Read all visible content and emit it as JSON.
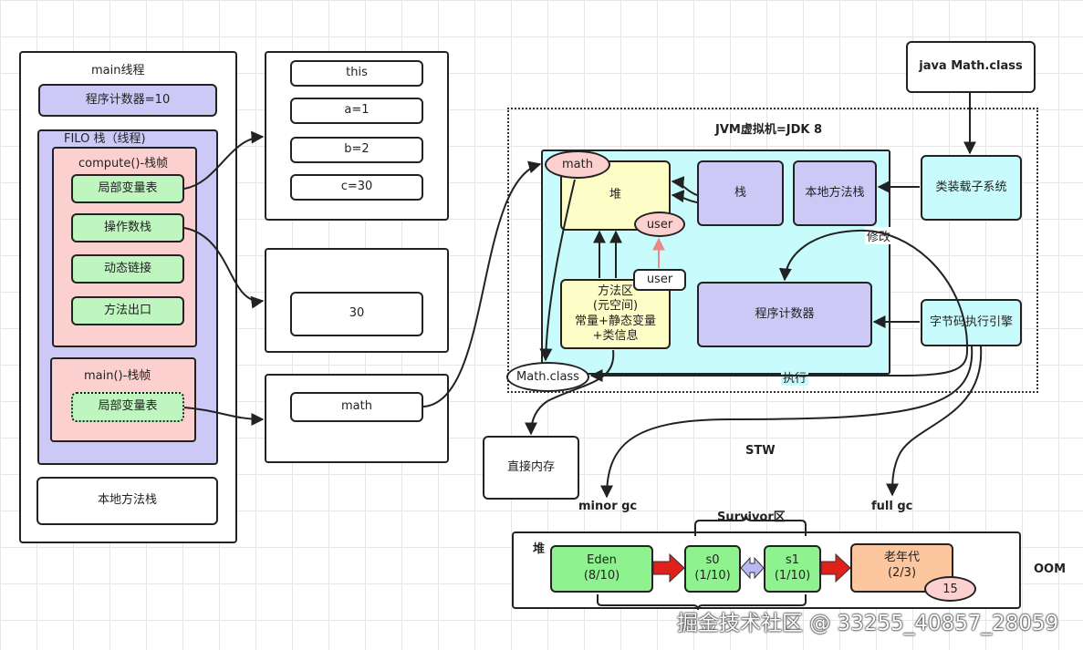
{
  "left": {
    "main_thread_title": "main线程",
    "program_counter": "程序计数器=10",
    "filo_title": "FILO 栈（线程)",
    "compute_frame_title": "compute()-栈帧",
    "compute_items": [
      "局部变量表",
      "操作数栈",
      "动态链接",
      "方法出口"
    ],
    "main_frame_title": "main()-栈帧",
    "main_local_vars": "局部变量表",
    "native_stack": "本地方法栈"
  },
  "middle": {
    "vars": [
      "this",
      "a=1",
      "b=2",
      "c=30"
    ],
    "operand_value": "30",
    "main_var": "math"
  },
  "jvm": {
    "title": "JVM虚拟机=JDK 8",
    "heap": "堆",
    "stack": "栈",
    "native_stack": "本地方法栈",
    "classloader": "类装载子系统",
    "method_area": [
      "方法区",
      "(元空间)",
      "常量+静态变量",
      "+类信息"
    ],
    "program_counter": "程序计数器",
    "bytecode_engine": "字节码执行引擎",
    "math_ellipse": "math",
    "user_ellipse": "user",
    "user_box": "user",
    "math_class": "Math.class",
    "modify_label": "修改",
    "execute_label": "执行"
  },
  "java_class": "java Math.class",
  "direct_memory": "直接内存",
  "gc": {
    "stw": "STW",
    "minor": "minor gc",
    "full": "full gc",
    "survivor": "Survivor区",
    "heap_label": "堆",
    "eden_name": "Eden",
    "eden_ratio": "(8/10)",
    "s0_name": "s0",
    "s0_ratio": "(1/10)",
    "s1_name": "s1",
    "s1_ratio": "(1/10)",
    "old_name": "老年代",
    "old_ratio": "(2/3)",
    "age": "15",
    "oom": "OOM"
  },
  "watermark": "掘金技术社区 @ 33255_40857_28059",
  "colors": {
    "green": "#bff5bf",
    "purple": "#ccc9f7",
    "pink": "#fcd0cf",
    "yellow": "#fdfdc8",
    "cyan": "#c8fbfb",
    "orange": "#fcc79f",
    "arrow_red": "#e0201a",
    "arrow_blue": "#b8b8f5"
  }
}
